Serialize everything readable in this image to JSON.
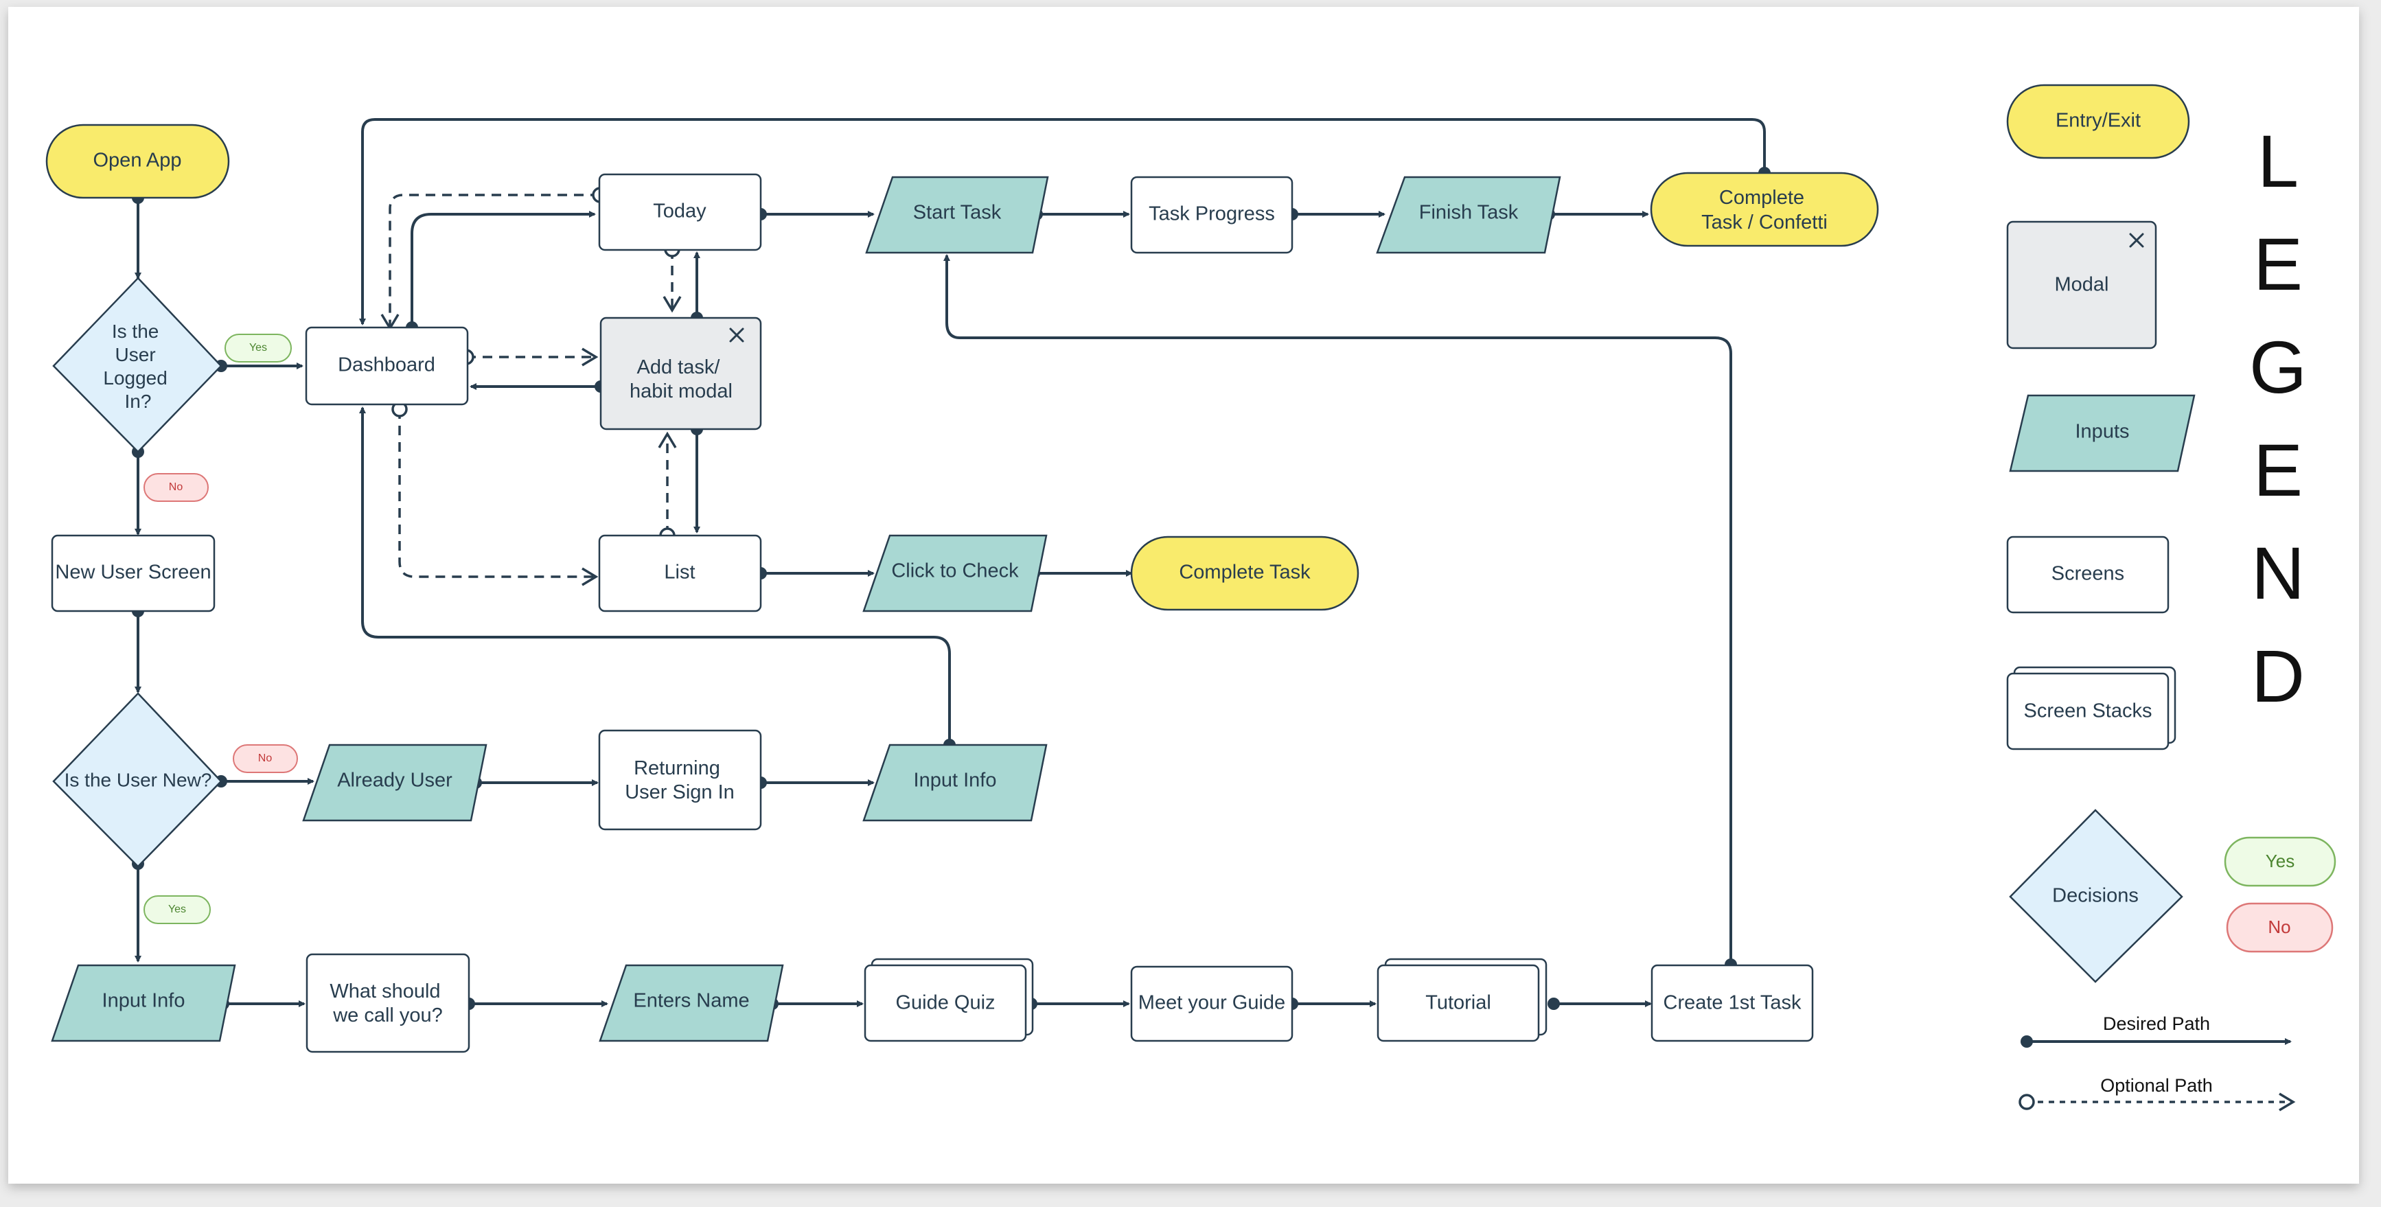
{
  "colors": {
    "line": "#283d4e",
    "entry_fill": "#f9eb6c",
    "input_fill": "#a9d8d3",
    "screen_fill": "#ffffff",
    "modal_fill": "#e9ebed",
    "decision_fill": "#dff0fb",
    "yes_fill": "#eefbe6",
    "yes_stroke": "#7db55f",
    "yes_text": "#4c8530",
    "no_fill": "#fde2e2",
    "no_stroke": "#dd7777",
    "no_text": "#c23a3a"
  },
  "nodes": {
    "open_app": "Open App",
    "logged_in": [
      "Is the",
      "User",
      "Logged",
      "In?"
    ],
    "dashboard": "Dashboard",
    "today": "Today",
    "add_task_modal": [
      "Add task/",
      "habit modal"
    ],
    "list": "List",
    "start_task": "Start Task",
    "task_progress": "Task Progress",
    "finish_task": "Finish Task",
    "complete_confetti": [
      "Complete",
      "Task / Confetti"
    ],
    "click_to_check": "Click to Check",
    "complete_task": "Complete Task",
    "new_user_screen": "New User Screen",
    "is_user_new": "Is the User New?",
    "already_user": "Already User",
    "returning_sign_in": [
      "Returning",
      "User Sign In"
    ],
    "input_info_returning": "Input Info",
    "input_info_new": "Input Info",
    "what_should": [
      "What should",
      "we call you?"
    ],
    "enters_name": "Enters Name",
    "guide_quiz": "Guide Quiz",
    "meet_guide": "Meet your Guide",
    "tutorial": "Tutorial",
    "create_first_task": "Create 1st Task"
  },
  "badges": {
    "yes_logged_in": "Yes",
    "no_logged_in": "No",
    "no_is_new": "No",
    "yes_is_new": "Yes"
  },
  "legend": {
    "title_letters": [
      "L",
      "E",
      "G",
      "E",
      "N",
      "D"
    ],
    "entry_exit": "Entry/Exit",
    "modal": "Modal",
    "inputs": "Inputs",
    "screens": "Screens",
    "screen_stacks": "Screen Stacks",
    "decisions": "Decisions",
    "yes": "Yes",
    "no": "No",
    "desired_path": "Desired Path",
    "optional_path": "Optional Path"
  }
}
